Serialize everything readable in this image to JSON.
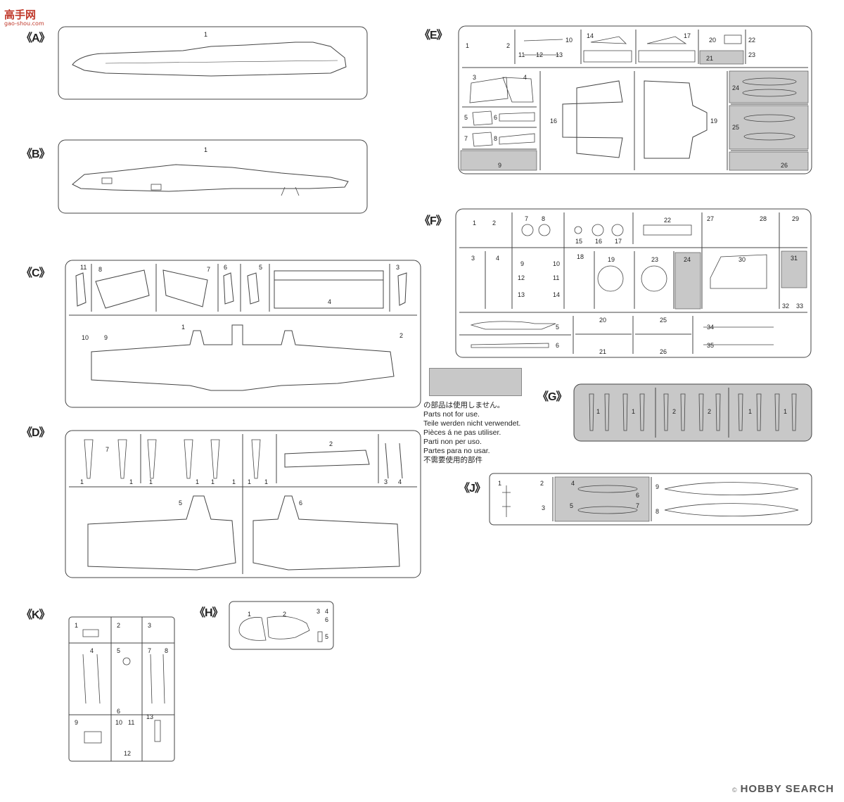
{
  "watermark": {
    "logo_text": "高手网",
    "url": "gao-shou.com"
  },
  "sprues": {
    "A": {
      "label": "《A》",
      "parts": [
        "1"
      ]
    },
    "B": {
      "label": "《B》",
      "parts": [
        "1"
      ]
    },
    "C": {
      "label": "《C》",
      "parts": [
        "11",
        "8",
        "7",
        "6",
        "5",
        "4",
        "3",
        "10",
        "9",
        "1",
        "2"
      ]
    },
    "D": {
      "label": "《D》",
      "parts": [
        "7",
        "1",
        "1",
        "1",
        "1",
        "1",
        "1",
        "1",
        "1",
        "2",
        "3",
        "4",
        "5",
        "6"
      ]
    },
    "E": {
      "label": "《E》",
      "parts": [
        "1",
        "2",
        "10",
        "11",
        "12",
        "13",
        "14",
        "17",
        "20",
        "21",
        "22",
        "23",
        "3",
        "4",
        "16",
        "19",
        "24",
        "5",
        "6",
        "7",
        "8",
        "25",
        "9",
        "26"
      ]
    },
    "F": {
      "label": "《F》",
      "parts": [
        "1",
        "2",
        "7",
        "8",
        "15",
        "16",
        "17",
        "22",
        "27",
        "28",
        "29",
        "3",
        "4",
        "9",
        "10",
        "12",
        "11",
        "13",
        "14",
        "18",
        "19",
        "23",
        "24",
        "30",
        "31",
        "32",
        "33",
        "20",
        "25",
        "5",
        "6",
        "21",
        "26",
        "34",
        "35"
      ]
    },
    "G": {
      "label": "《G》",
      "parts": [
        "1",
        "1",
        "2",
        "2",
        "1",
        "1"
      ]
    },
    "H": {
      "label": "《H》",
      "parts": [
        "1",
        "2",
        "3",
        "4",
        "6",
        "5"
      ]
    },
    "J": {
      "label": "《J》",
      "parts": [
        "1",
        "2",
        "3",
        "4",
        "6",
        "5",
        "7",
        "9",
        "8"
      ]
    },
    "K": {
      "label": "《K》",
      "parts": [
        "1",
        "2",
        "3",
        "4",
        "5",
        "7",
        "8",
        "6",
        "9",
        "10",
        "11",
        "12",
        "13"
      ]
    }
  },
  "legend": {
    "lines": [
      "の部品は使用しません。",
      "Parts not for use.",
      "Teile werden nicht verwendet.",
      "Pièces á ne pas utiliser.",
      "Parti non per uso.",
      "Partes para no usar.",
      "不需要使用的部件"
    ],
    "swatch_color": "#c8c8c8"
  },
  "footer": {
    "copyright": "©",
    "brand": "HOBBY SEARCH"
  }
}
